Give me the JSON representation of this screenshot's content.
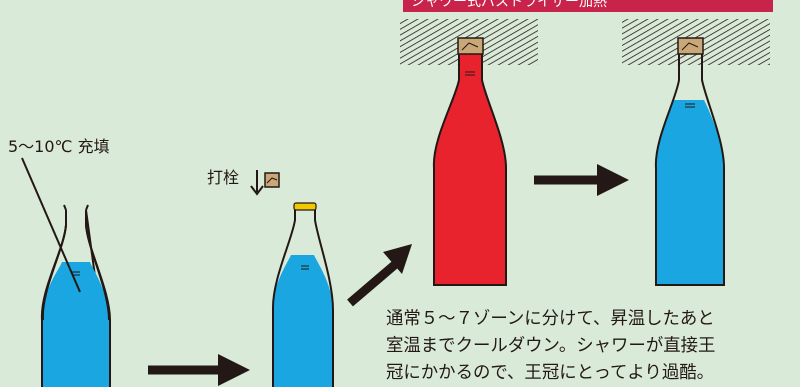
{
  "labels": {
    "fill": "5～10℃ 充填",
    "cork": "打栓",
    "banner": "シャワー式パストライザー加熱"
  },
  "caption": {
    "line1": "通常５～７ゾーンに分けて、昇温したあと",
    "line2": "室温までクールダウン。シャワーが直接王",
    "line3": "冠にかかるので、王冠にとってより過酷。"
  },
  "colors": {
    "background": "#d9ead8",
    "liquid_cold": "#1aa7e1",
    "liquid_hot": "#e8232e",
    "outline": "#231815",
    "cap": "#c9a777",
    "banner": "#c8234a"
  }
}
